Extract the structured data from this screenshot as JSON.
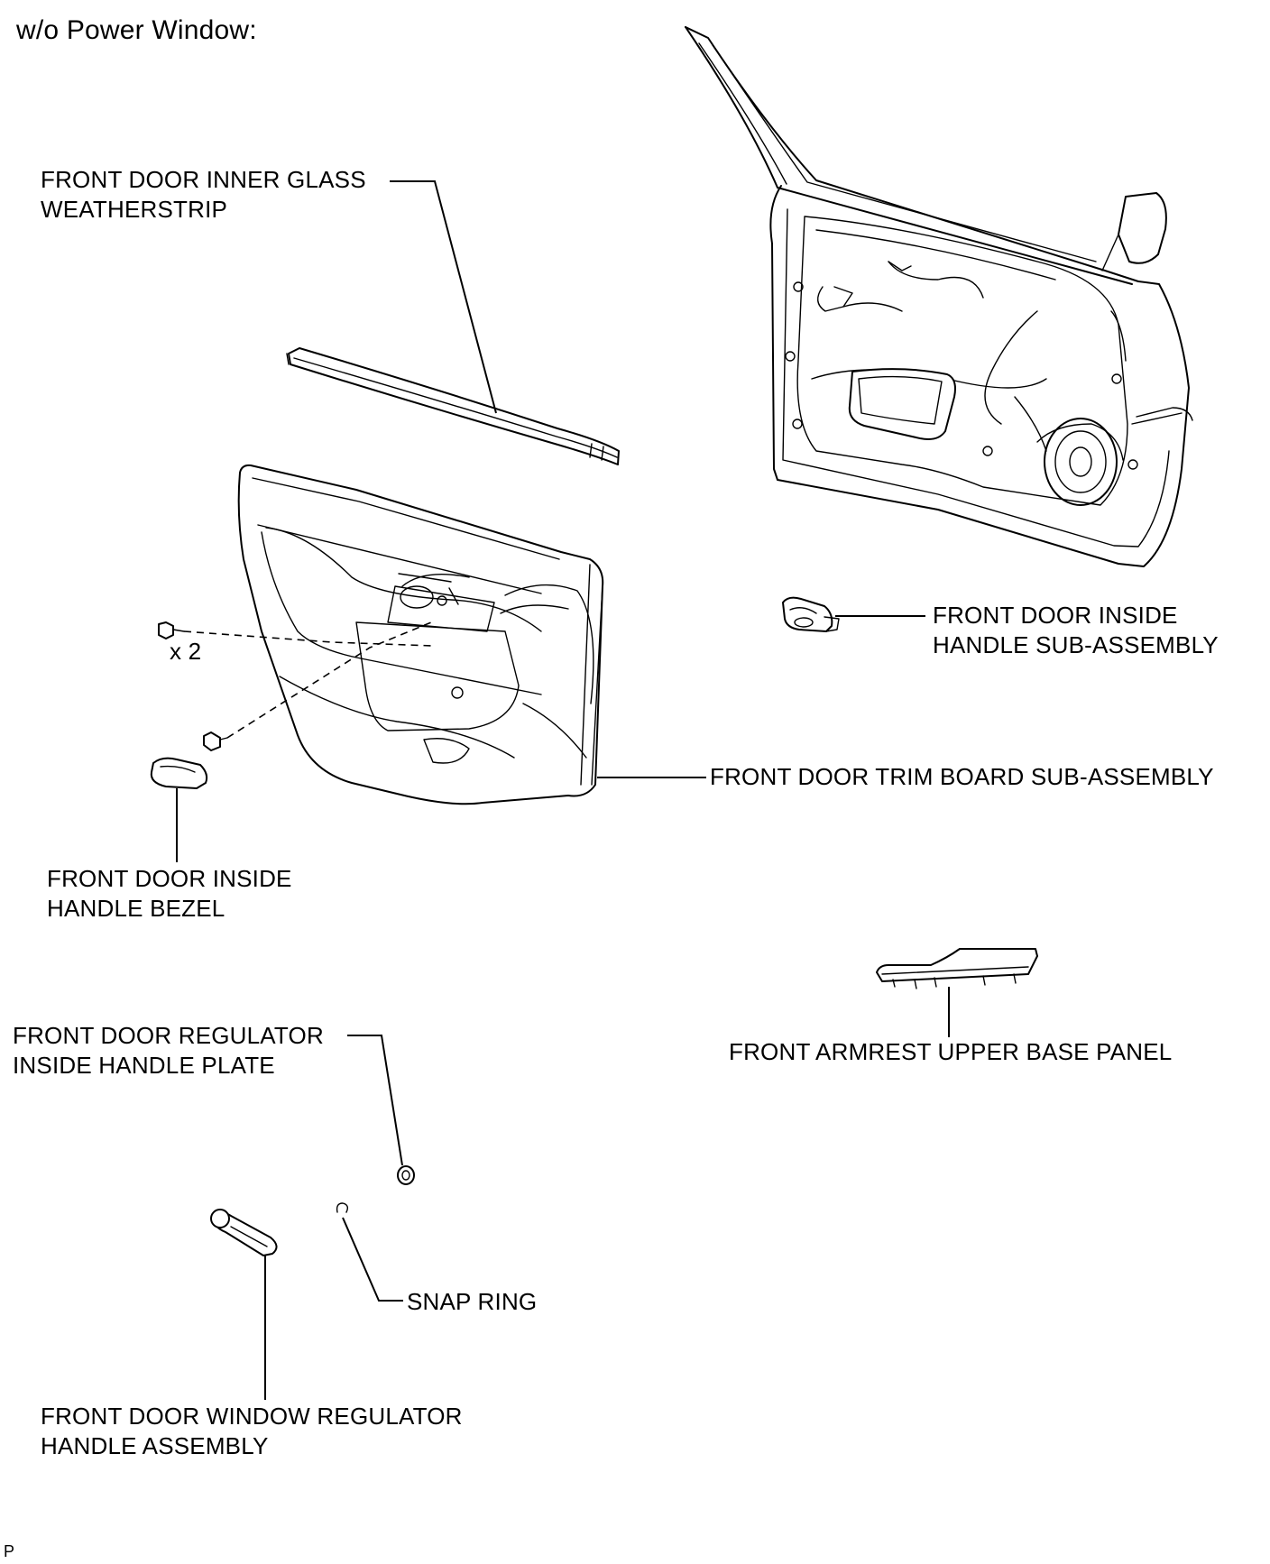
{
  "heading": "w/o Power Window:",
  "labels": {
    "inner_glass_weatherstrip": [
      "FRONT DOOR INNER GLASS",
      "WEATHERSTRIP"
    ],
    "inside_handle_sub_assembly": [
      "FRONT DOOR INSIDE",
      "HANDLE SUB-ASSEMBLY"
    ],
    "trim_board_sub_assembly": [
      "FRONT DOOR TRIM BOARD SUB-ASSEMBLY"
    ],
    "inside_handle_bezel": [
      "FRONT DOOR INSIDE",
      "HANDLE BEZEL"
    ],
    "regulator_inside_handle_plate": [
      "FRONT DOOR REGULATOR",
      "INSIDE HANDLE PLATE"
    ],
    "armrest_upper_base_panel": [
      "FRONT ARMREST UPPER BASE PANEL"
    ],
    "snap_ring": [
      "SNAP RING"
    ],
    "window_regulator_handle_assembly": [
      "FRONT DOOR WINDOW REGULATOR",
      "HANDLE ASSEMBLY"
    ]
  },
  "quantity_note": "x 2",
  "corner_mark": "P"
}
